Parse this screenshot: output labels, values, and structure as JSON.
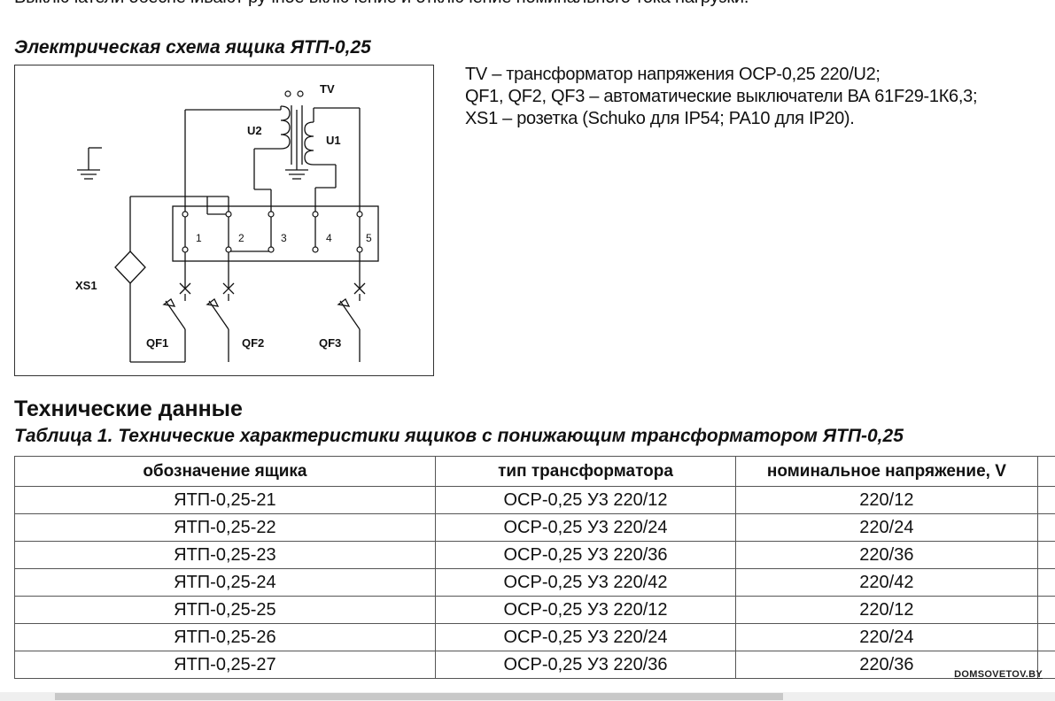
{
  "intro_line": "Выключатели обеспечивают ручное включение и отключение номинального тока нагрузки.",
  "schema_title": "Электрическая схема ящика ЯТП-0,25",
  "diagram": {
    "label_tv": "TV",
    "label_u1": "U1",
    "label_u2": "U2",
    "label_xs1": "XS1",
    "label_qf1": "QF1",
    "label_qf2": "QF2",
    "label_qf3": "QF3",
    "terminals": [
      "1",
      "2",
      "3",
      "4",
      "5"
    ]
  },
  "legend": [
    "TV – трансформатор напряжения ОСР-0,25 220/U2;",
    "QF1, QF2, QF3 – автоматические выключатели ВА 61F29-1К6,3;",
    "XS1 – розетка (Schuko для IP54; РА10 для IP20)."
  ],
  "tech_title": "Технические данные",
  "table_caption": "Таблица 1. Технические характеристики ящиков с понижающим трансформатором ЯТП-0,25",
  "table": {
    "headers": [
      "обозначение ящика",
      "тип трансформатора",
      "номинальное напряжение, V"
    ],
    "rows": [
      [
        "ЯТП-0,25-21",
        "ОСР-0,25 У3 220/12",
        "220/12"
      ],
      [
        "ЯТП-0,25-22",
        "ОСР-0,25 У3 220/24",
        "220/24"
      ],
      [
        "ЯТП-0,25-23",
        "ОСР-0,25 У3 220/36",
        "220/36"
      ],
      [
        "ЯТП-0,25-24",
        "ОСР-0,25 У3 220/42",
        "220/42"
      ],
      [
        "ЯТП-0,25-25",
        "ОСР-0,25 У3 220/12",
        "220/12"
      ],
      [
        "ЯТП-0,25-26",
        "ОСР-0,25 У3 220/24",
        "220/24"
      ],
      [
        "ЯТП-0,25-27",
        "ОСР-0,25 У3 220/36",
        "220/36"
      ]
    ]
  },
  "watermark": "DOMSOVETOV.BY"
}
